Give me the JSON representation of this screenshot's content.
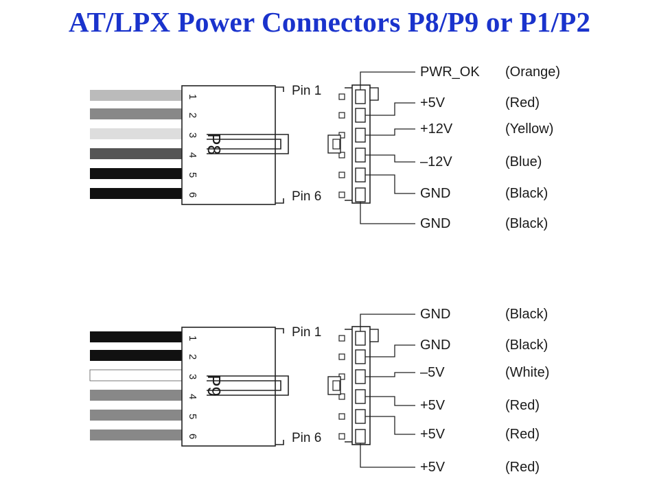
{
  "title": "AT/LPX Power Connectors P8/P9 or P1/P2",
  "colors": {
    "title": "#1a33cc"
  },
  "connectors": [
    {
      "name": "P8",
      "pin_first_label": "Pin 1",
      "pin_last_label": "Pin 6",
      "pin_numbers": [
        "1",
        "2",
        "3",
        "4",
        "5",
        "6"
      ],
      "wire_colors": [
        "#bbbbbb",
        "#888888",
        "#dddddd",
        "#555555",
        "#111111",
        "#111111"
      ],
      "pins": [
        {
          "signal": "PWR_OK",
          "color": "(Orange)"
        },
        {
          "signal": "+5V",
          "color": "(Red)"
        },
        {
          "signal": "+12V",
          "color": "(Yellow)"
        },
        {
          "signal": "–12V",
          "color": "(Blue)"
        },
        {
          "signal": "GND",
          "color": "(Black)"
        },
        {
          "signal": "GND",
          "color": "(Black)"
        }
      ]
    },
    {
      "name": "P9",
      "pin_first_label": "Pin 1",
      "pin_last_label": "Pin 6",
      "pin_numbers": [
        "1",
        "2",
        "3",
        "4",
        "5",
        "6"
      ],
      "wire_colors": [
        "#111111",
        "#111111",
        "#ffffff",
        "#888888",
        "#888888",
        "#888888"
      ],
      "pins": [
        {
          "signal": "GND",
          "color": "(Black)"
        },
        {
          "signal": "GND",
          "color": "(Black)"
        },
        {
          "signal": "–5V",
          "color": "(White)"
        },
        {
          "signal": "+5V",
          "color": "(Red)"
        },
        {
          "signal": "+5V",
          "color": "(Red)"
        },
        {
          "signal": "+5V",
          "color": "(Red)"
        }
      ]
    }
  ]
}
